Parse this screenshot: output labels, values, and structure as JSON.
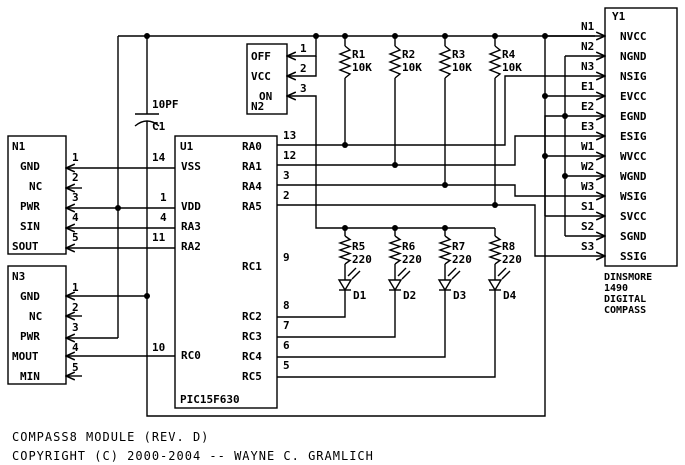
{
  "title_line": "COMPASS8 MODULE (REV. D)",
  "copyright_line": "COPYRIGHT (C) 2000-2004 -- WAYNE C. GRAMLICH",
  "n1": {
    "ref": "N1",
    "pins": [
      {
        "num": "1",
        "name": "GND"
      },
      {
        "num": "2",
        "name": "NC"
      },
      {
        "num": "3",
        "name": "PWR"
      },
      {
        "num": "4",
        "name": "SIN"
      },
      {
        "num": "5",
        "name": "SOUT"
      }
    ]
  },
  "n3": {
    "ref": "N3",
    "pins": [
      {
        "num": "1",
        "name": "GND"
      },
      {
        "num": "2",
        "name": "NC"
      },
      {
        "num": "3",
        "name": "PWR"
      },
      {
        "num": "4",
        "name": "MOUT"
      },
      {
        "num": "5",
        "name": "MIN"
      }
    ]
  },
  "n2": {
    "ref": "N2",
    "pins": [
      {
        "num": "1",
        "name": "OFF"
      },
      {
        "num": "2",
        "name": "VCC"
      },
      {
        "num": "3",
        "name": "ON"
      }
    ]
  },
  "c1": {
    "ref": "C1",
    "value": "10PF"
  },
  "u1": {
    "ref": "U1",
    "part": "PIC15F630",
    "left_pins": [
      {
        "num": "14",
        "name": "VSS"
      },
      {
        "num": "1",
        "name": "VDD"
      },
      {
        "num": "4",
        "name": "RA3"
      },
      {
        "num": "11",
        "name": "RA2"
      },
      {
        "num": "10",
        "name": "RC0"
      }
    ],
    "right_pins": [
      {
        "num": "13",
        "name": "RA0"
      },
      {
        "num": "12",
        "name": "RA1"
      },
      {
        "num": "3",
        "name": "RA4"
      },
      {
        "num": "2",
        "name": "RA5"
      },
      {
        "num": "9",
        "name": "RC1"
      },
      {
        "num": "8",
        "name": "RC2"
      },
      {
        "num": "7",
        "name": "RC3"
      },
      {
        "num": "6",
        "name": "RC4"
      },
      {
        "num": "5",
        "name": "RC5"
      }
    ]
  },
  "pullups": [
    {
      "ref": "R1",
      "value": "10K"
    },
    {
      "ref": "R2",
      "value": "10K"
    },
    {
      "ref": "R3",
      "value": "10K"
    },
    {
      "ref": "R4",
      "value": "10K"
    }
  ],
  "led_resistors": [
    {
      "ref": "R5",
      "value": "220"
    },
    {
      "ref": "R6",
      "value": "220"
    },
    {
      "ref": "R7",
      "value": "220"
    },
    {
      "ref": "R8",
      "value": "220"
    }
  ],
  "leds": [
    "D1",
    "D2",
    "D3",
    "D4"
  ],
  "y1": {
    "ref": "Y1",
    "pins": [
      {
        "num": "N1",
        "name": "NVCC"
      },
      {
        "num": "N2",
        "name": "NGND"
      },
      {
        "num": "N3",
        "name": "NSIG"
      },
      {
        "num": "E1",
        "name": "EVCC"
      },
      {
        "num": "E2",
        "name": "EGND"
      },
      {
        "num": "E3",
        "name": "ESIG"
      },
      {
        "num": "W1",
        "name": "WVCC"
      },
      {
        "num": "W2",
        "name": "WGND"
      },
      {
        "num": "W3",
        "name": "WSIG"
      },
      {
        "num": "S1",
        "name": "SVCC"
      },
      {
        "num": "S2",
        "name": "SGND"
      },
      {
        "num": "S3",
        "name": "SSIG"
      }
    ],
    "description": [
      "DINSMORE",
      "1490",
      "DIGITAL",
      "COMPASS"
    ]
  }
}
